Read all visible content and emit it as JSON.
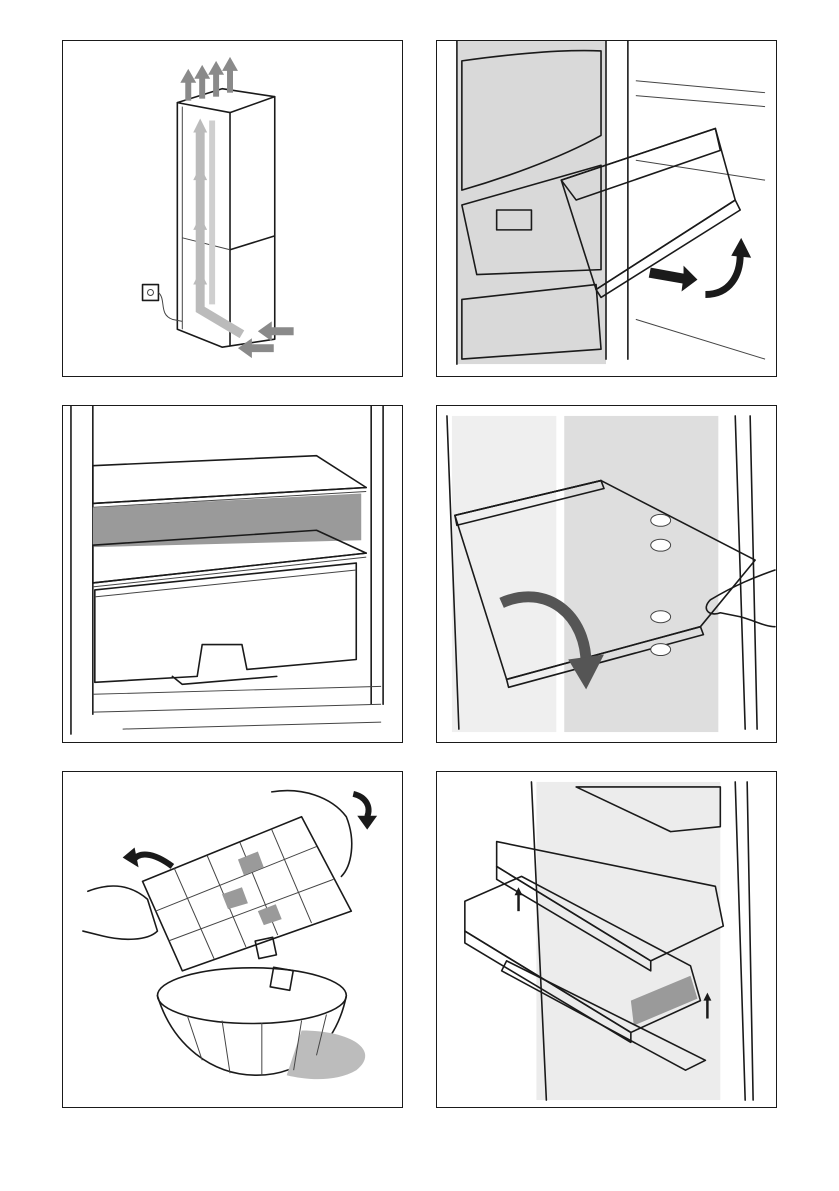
{
  "page": {
    "panels": [
      {
        "id": "p1",
        "icon": "air-circulation-icon"
      },
      {
        "id": "p2",
        "icon": "drawer-removal-icon"
      },
      {
        "id": "p3",
        "icon": "shelf-and-crisper-icon"
      },
      {
        "id": "p4",
        "icon": "shelf-removal-icon"
      },
      {
        "id": "p5",
        "icon": "ice-cube-tray-icon"
      },
      {
        "id": "p6",
        "icon": "door-shelf-removal-icon"
      }
    ],
    "colors": {
      "line": "#1a1a1a",
      "shade": "#d9d9d9",
      "arrow": "#1a1a1a",
      "background": "#ffffff"
    }
  }
}
